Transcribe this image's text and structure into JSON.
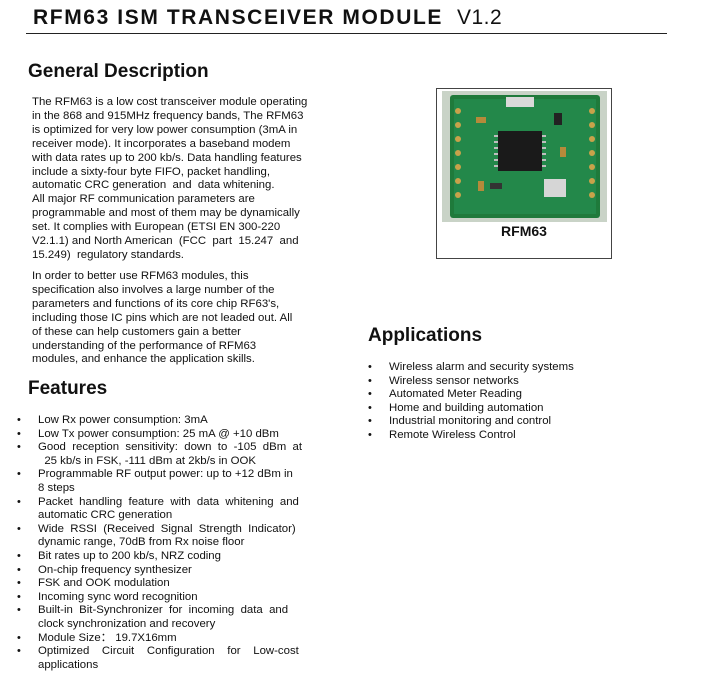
{
  "header": {
    "title": "RFM63 ISM TRANSCEIVER MODULE",
    "version": "V1.2"
  },
  "general": {
    "heading": "General Description",
    "para1_lines": [
      "The RFM63 is a low cost transceiver module operating",
      "in the 868 and 915MHz frequency bands, The RFM63",
      "is optimized for very low power consumption (3mA in",
      "receiver mode). It incorporates a baseband modem",
      "with data rates up to 200 kb/s. Data handling features",
      "include a sixty-four byte FIFO, packet handling,",
      "automatic CRC generation  and  data whitening.",
      "All major RF communication parameters are",
      "programmable and most of them may be dynamically",
      "set. It complies with European (ETSI EN 300-220",
      "V2.1.1) and North American  (FCC  part  15.247  and",
      "15.249)  regulatory standards."
    ],
    "para2_lines": [
      "In order to better use RFM63 modules, this",
      "specification also involves a large number of the",
      "parameters and functions of its core chip RF63's,",
      "including those IC pins which are not leaded out. All",
      "of these can help customers gain a better",
      "understanding of the performance of RFM63",
      "modules, and enhance the application skills."
    ]
  },
  "figure": {
    "caption": "RFM63"
  },
  "features": {
    "heading": "Features",
    "items": [
      "Low Rx power consumption: 3mA",
      "Low Tx power consumption: 25 mA @ +10 dBm",
      "Good  reception  sensitivity:  down  to  -105  dBm  at",
      "  25 kb/s in FSK, -111 dBm at 2kb/s in OOK",
      "Programmable RF output power: up to +12 dBm in",
      "8 steps",
      "Packet  handling  feature  with  data  whitening  and",
      "automatic CRC generation",
      "Wide  RSSI  (Received  Signal  Strength  Indicator)",
      "dynamic range, 70dB from Rx noise floor",
      "Bit rates up to 200 kb/s, NRZ coding",
      "On-chip frequency synthesizer",
      "FSK and OOK modulation",
      "Incoming sync word recognition",
      "Built-in  Bit-Synchronizer  for  incoming  data  and",
      "clock synchronization and recovery",
      "Module Size： 19.7X16mm",
      "Optimized    Circuit    Configuration    for    Low-cost",
      "applications"
    ],
    "bullets": [
      true,
      true,
      true,
      false,
      true,
      false,
      true,
      false,
      true,
      false,
      true,
      true,
      true,
      true,
      true,
      false,
      true,
      true,
      false
    ]
  },
  "applications": {
    "heading": "Applications",
    "items": [
      "Wireless alarm and security systems",
      "Wireless sensor networks",
      "Automated Meter Reading",
      "Home and building automation",
      "Industrial monitoring and control",
      "Remote Wireless Control"
    ]
  }
}
